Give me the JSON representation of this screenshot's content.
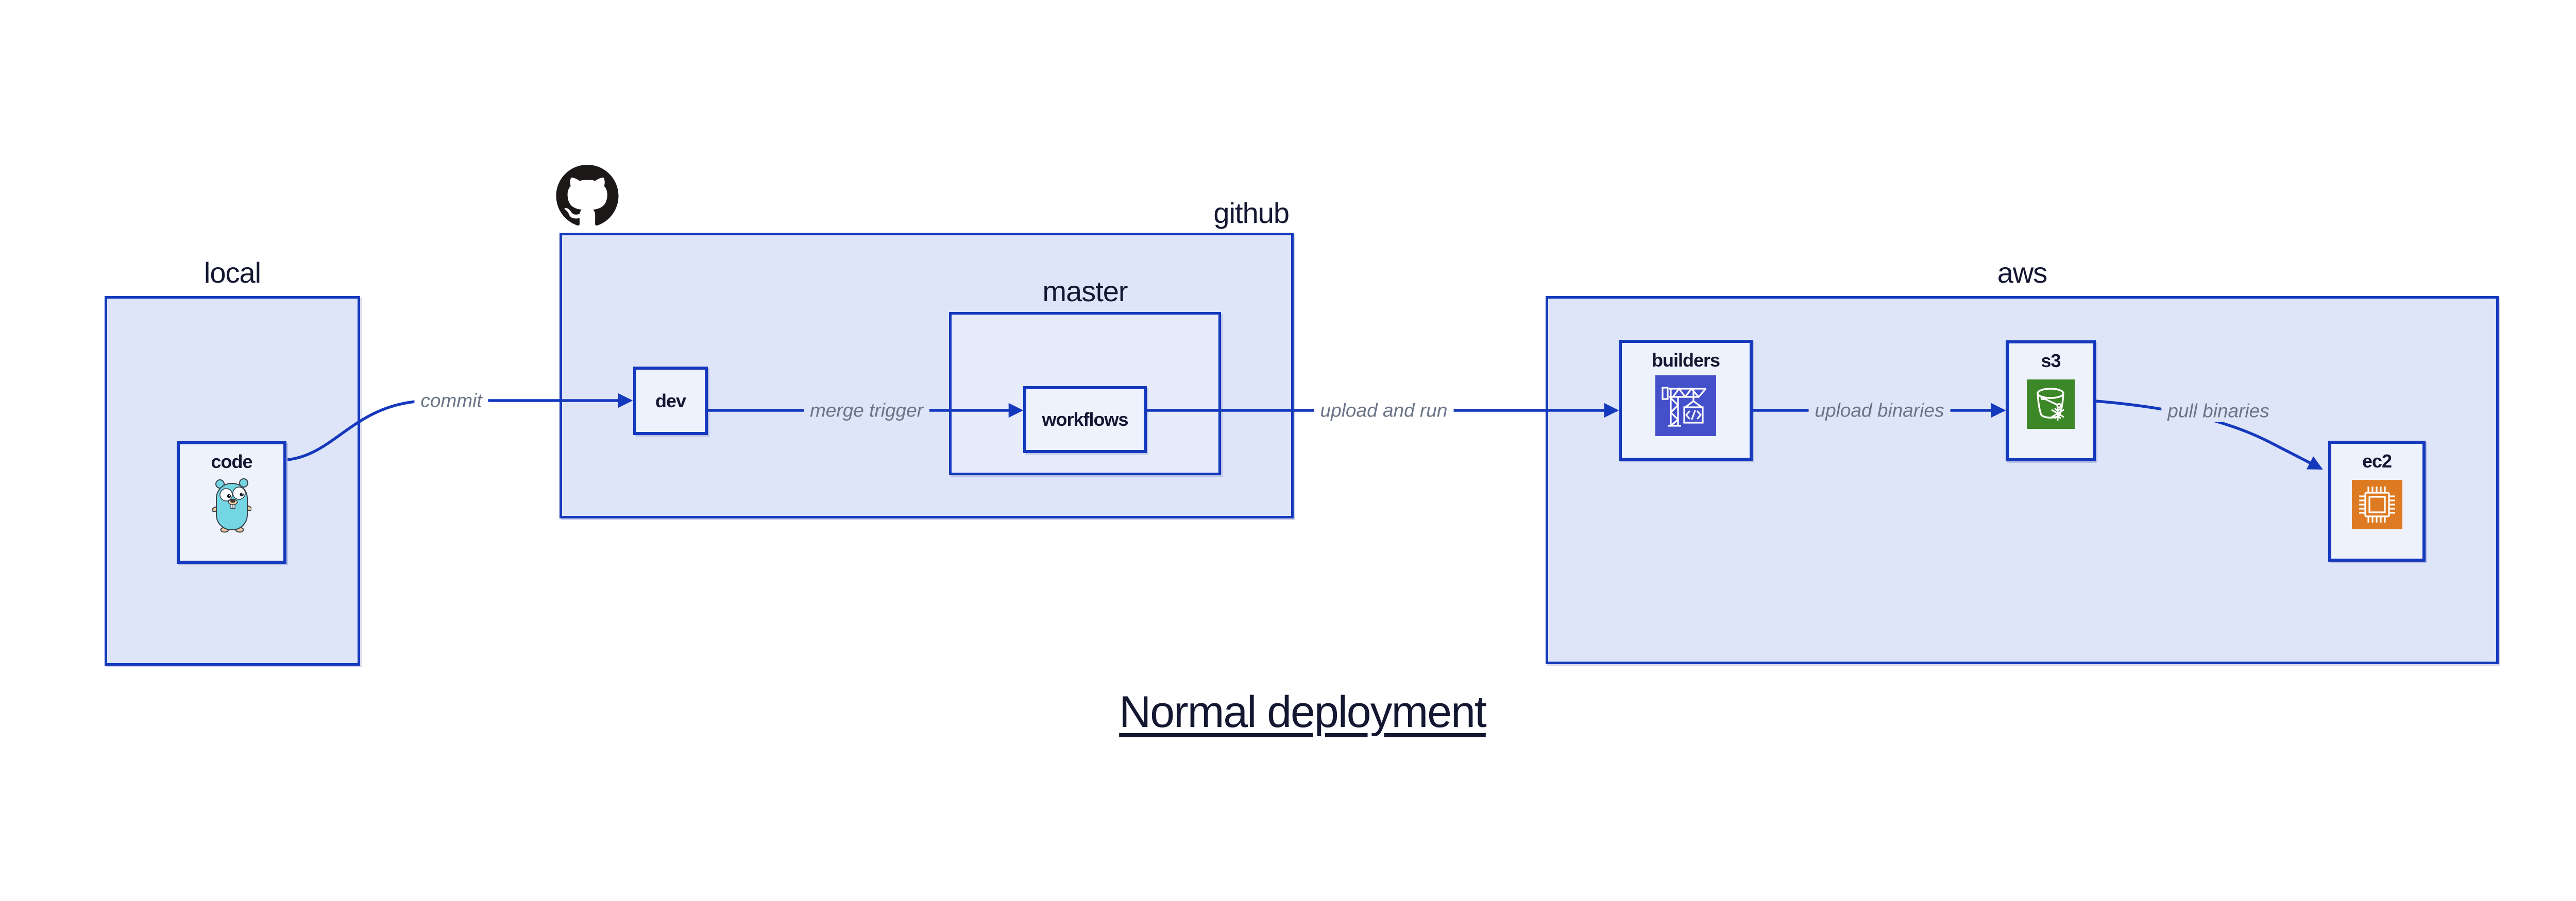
{
  "diagram": {
    "title": "Normal deployment",
    "groups": {
      "local": {
        "label": "local"
      },
      "github": {
        "label": "github"
      },
      "master": {
        "label": "master"
      },
      "aws": {
        "label": "aws"
      }
    },
    "nodes": {
      "code": {
        "label": "code",
        "icon": "go-gopher-icon"
      },
      "dev": {
        "label": "dev"
      },
      "workflows": {
        "label": "workflows"
      },
      "builders": {
        "label": "builders",
        "icon": "codebuild-crane-icon"
      },
      "s3": {
        "label": "s3",
        "icon": "s3-bucket-icon"
      },
      "ec2": {
        "label": "ec2",
        "icon": "ec2-chip-icon"
      }
    },
    "edges": [
      {
        "from": "code",
        "to": "dev",
        "label": "commit"
      },
      {
        "from": "dev",
        "to": "workflows",
        "label": "merge trigger"
      },
      {
        "from": "workflows",
        "to": "builders",
        "label": "upload and run"
      },
      {
        "from": "builders",
        "to": "s3",
        "label": "upload binaries"
      },
      {
        "from": "s3",
        "to": "ec2",
        "label": "pull binaries"
      }
    ],
    "colors": {
      "edgeBlue": "#1539bd",
      "groupFill": "#dee5f9",
      "masterFill": "#e7ecfb",
      "nodeFill": "#eef2fd",
      "inkNavy": "#131731",
      "edgeGray": "#6b7487",
      "octocatBlack": "#1b1817",
      "gopherTeal": "#74d5e3",
      "builderIndigo": "#4450c9",
      "s3Green": "#3c8727",
      "ec2Orange": "#dd7a22",
      "canvasWhite": "#ffffff"
    }
  }
}
